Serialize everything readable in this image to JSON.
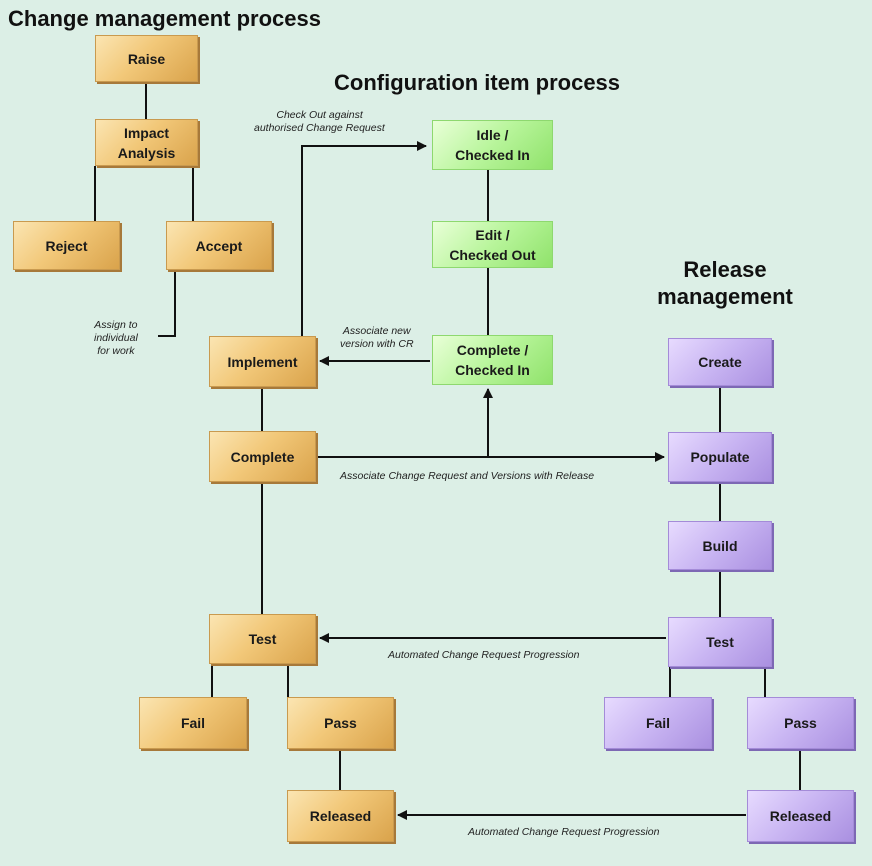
{
  "titles": {
    "change": "Change management process",
    "config": "Configuration item process",
    "release_line1": "Release",
    "release_line2": "management"
  },
  "change_nodes": {
    "raise": "Raise",
    "impact_line1": "Impact",
    "impact_line2": "Analysis",
    "reject": "Reject",
    "accept": "Accept",
    "implement": "Implement",
    "complete": "Complete",
    "test": "Test",
    "fail": "Fail",
    "pass": "Pass",
    "released": "Released"
  },
  "config_nodes": {
    "idle_line1": "Idle /",
    "idle_line2": "Checked In",
    "edit_line1": "Edit /",
    "edit_line2": "Checked Out",
    "complete_line1": "Complete /",
    "complete_line2": "Checked In"
  },
  "release_nodes": {
    "create": "Create",
    "populate": "Populate",
    "build": "Build",
    "test": "Test",
    "fail": "Fail",
    "pass": "Pass",
    "released": "Released"
  },
  "notes": {
    "checkout_line1": "Check Out against",
    "checkout_line2": "authorised Change Request",
    "assign_line1": "Assign to",
    "assign_line2": "individual",
    "assign_line3": "for work",
    "associate_line1": "Associate new",
    "associate_line2": "version with CR",
    "assoc_release": "Associate Change Request and Versions with Release",
    "auto_test": "Automated Change Request Progression",
    "auto_released": "Automated Change Request Progression"
  },
  "colors": {
    "background": "#dcefe6",
    "change_process": "#f2c879",
    "config_process": "#b8f59b",
    "release_process": "#c8b4f2"
  }
}
